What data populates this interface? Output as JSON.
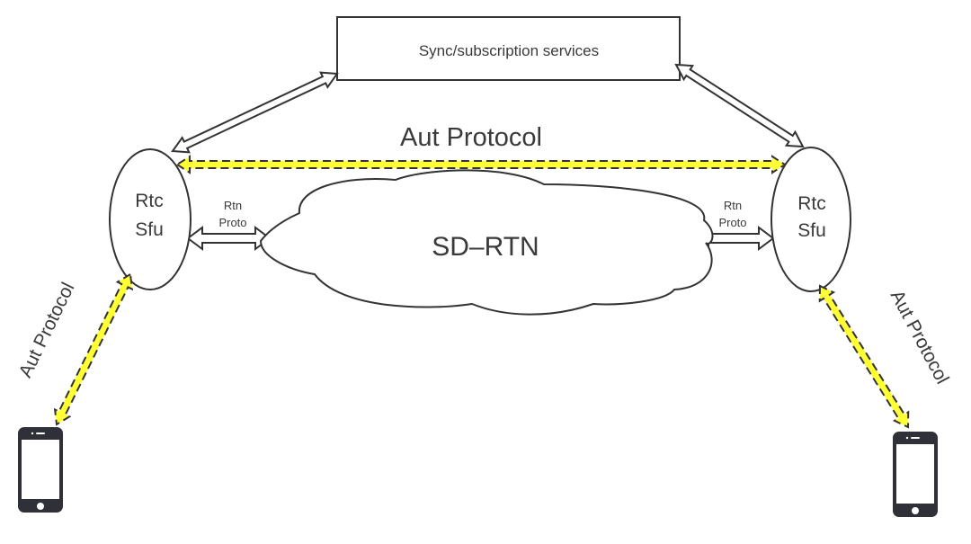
{
  "diagram": {
    "sync_box": {
      "label": "Sync/subscription services"
    },
    "top_link": {
      "label": "Aut Protocol"
    },
    "left_node": {
      "line1": "Rtc",
      "line2": "Sfu"
    },
    "right_node": {
      "line1": "Rtc",
      "line2": "Sfu"
    },
    "left_rtn": {
      "line1": "Rtn",
      "line2": "Proto"
    },
    "right_rtn": {
      "line1": "Rtn",
      "line2": "Proto"
    },
    "cloud": {
      "label": "SD–RTN"
    },
    "left_phone_link": {
      "label": "Aut Protocol"
    },
    "right_phone_link": {
      "label": "Aut Protocol"
    },
    "colors": {
      "stroke": "#333333",
      "text": "#3a3a3a",
      "highlight": "#ffff33",
      "phone": "#2f3038"
    }
  }
}
